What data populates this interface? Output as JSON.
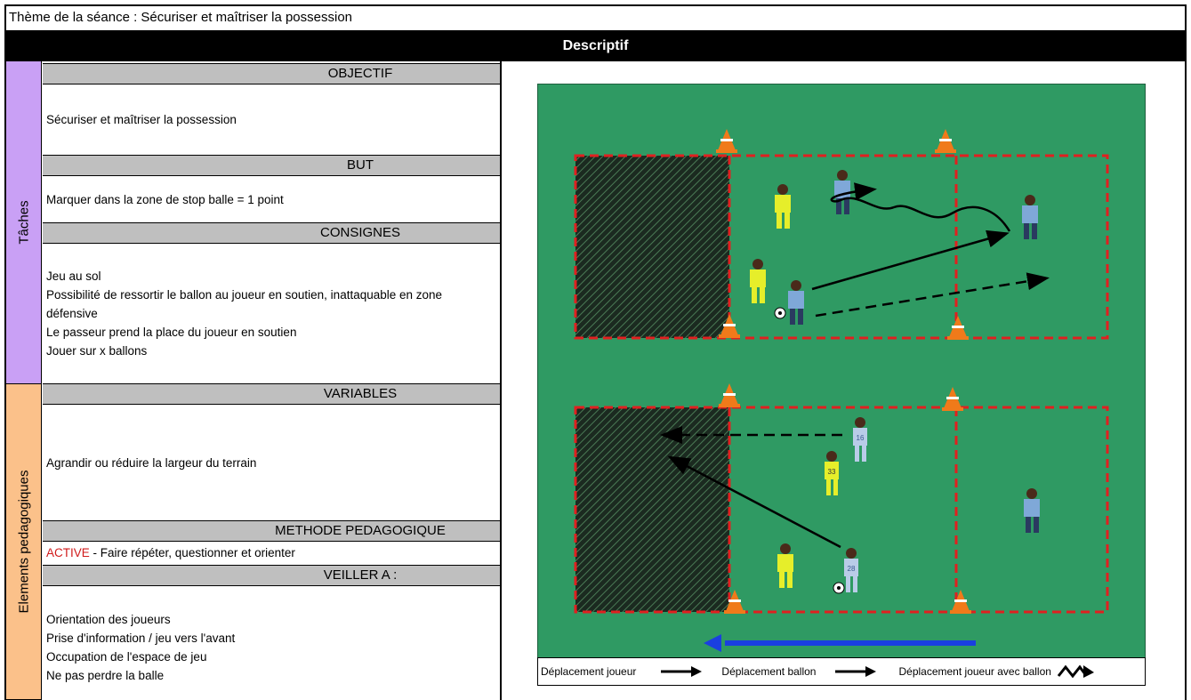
{
  "header": {
    "theme": "Thème de la séance : Sécuriser et maîtriser la possession",
    "descriptif": "Descriptif"
  },
  "sidebar": {
    "taches": "Tâches",
    "elements": "Elements pedagogiques"
  },
  "sections": {
    "objectif": {
      "title": "OBJECTIF",
      "lines": [
        "Sécuriser et maîtriser la possession"
      ]
    },
    "but": {
      "title": "BUT",
      "lines": [
        "Marquer dans la zone de stop balle = 1 point"
      ]
    },
    "consignes": {
      "title": "CONSIGNES",
      "lines": [
        "Jeu au sol",
        "Possibilité de ressortir le ballon au joueur en soutien, inattaquable en zone",
        "défensive",
        "Le passeur prend la place du joueur en soutien",
        "Jouer sur x ballons"
      ]
    },
    "variables": {
      "title": "VARIABLES",
      "lines": [
        "Agrandir ou réduire la largeur du terrain"
      ]
    },
    "methode": {
      "title": "METHODE PEDAGOGIQUE",
      "active": "ACTIVE",
      "rest": " - Faire répéter, questionner et orienter"
    },
    "veiller": {
      "title": "VEILLER A :",
      "lines": [
        "Orientation des joueurs",
        "Prise d'information / jeu vers l'avant",
        "Occupation de l'espace de jeu",
        "Ne pas perdre la balle"
      ]
    }
  },
  "legend": {
    "joueur": "Déplacement joueur",
    "ballon": "Déplacement ballon",
    "joueur_ballon": "Déplacement joueur avec ballon"
  },
  "colors": {
    "field": "#2f9a63",
    "zone_border": "#e02020",
    "jersey_yellow": "#e6ee2a",
    "jersey_blue": "#7fa8d8",
    "direction_arrow": "#1a3fe0",
    "active_text": "#d01a1a"
  },
  "players": {
    "top_blue_number": "",
    "bottom_yellow_number": "33",
    "bottom_blue_numbers": [
      "16",
      "28"
    ]
  }
}
